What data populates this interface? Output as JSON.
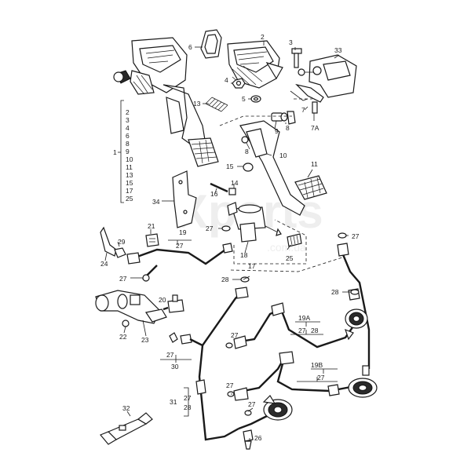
{
  "watermark": {
    "main": "Xparts",
    "sub": ".com.ua"
  },
  "callouts": {
    "c6": "6",
    "c2": "2",
    "c3": "3",
    "c33": "33",
    "c4": "4",
    "c5": "5",
    "c13": "13",
    "c7": "7",
    "c7a": "7A",
    "c8a": "8",
    "c8b": "8",
    "c9": "9",
    "c10": "10",
    "c11": "11",
    "c15": "15",
    "c14": "14",
    "c16": "16",
    "c34": "34",
    "c27a": "27",
    "c21": "21",
    "c19": "19",
    "c27b": "27",
    "c29": "29",
    "c24": "24",
    "c18": "18",
    "c17": "17",
    "c25": "25",
    "c27c": "27",
    "c27d": "27",
    "c28a": "28",
    "c28b": "28",
    "c20": "20",
    "c22": "22",
    "c23": "23",
    "c19a": "19A",
    "c27e": "27",
    "c28c": "28",
    "c27f": "27",
    "c27g": "27",
    "c30": "30",
    "c19b": "19B",
    "c27h": "27",
    "c27i": "27",
    "c31": "31",
    "c27j": "27",
    "c28d": "28",
    "c32": "32",
    "c27k": "27",
    "c26": "26"
  },
  "group1": {
    "label": "1",
    "items": [
      "2",
      "3",
      "4",
      "6",
      "8",
      "9",
      "10",
      "11",
      "13",
      "15",
      "17",
      "25"
    ]
  }
}
